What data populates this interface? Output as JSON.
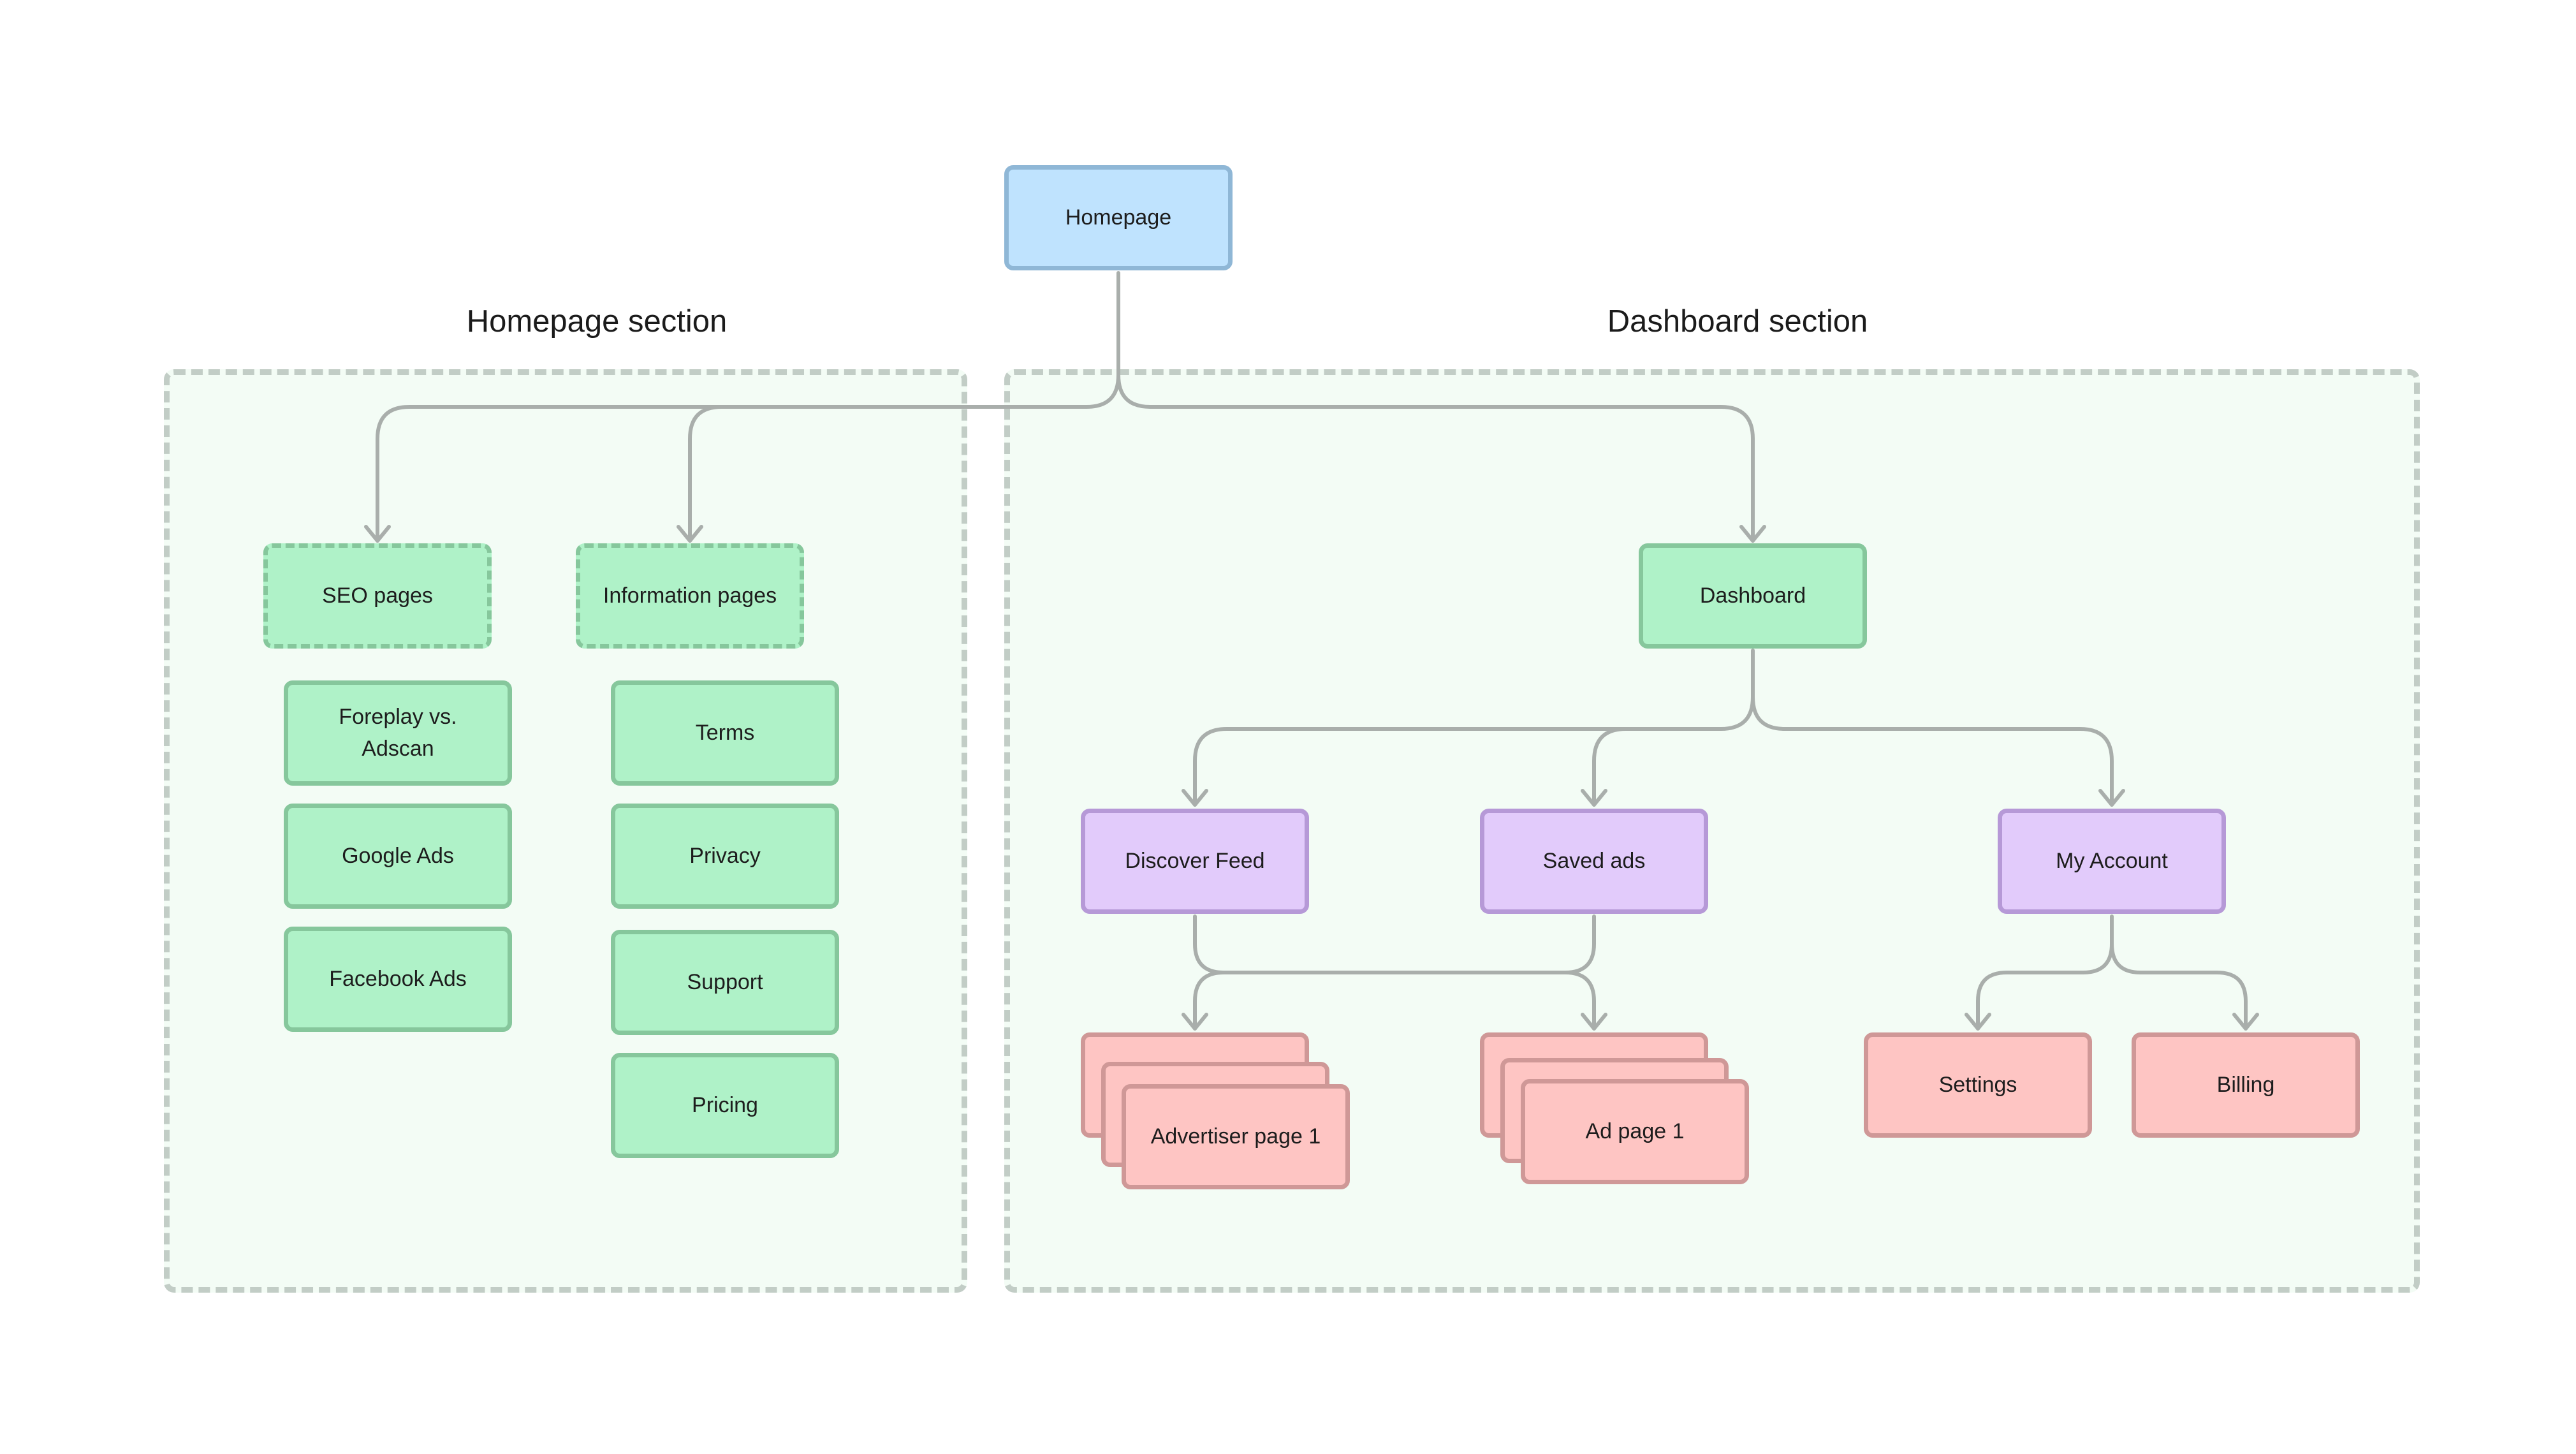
{
  "root": {
    "label": "Homepage"
  },
  "sections": {
    "homepage": {
      "title": "Homepage section"
    },
    "dashboard": {
      "title": "Dashboard section"
    }
  },
  "homepage_section": {
    "seo": {
      "label": "SEO pages",
      "children": [
        "Foreplay vs. Adscan",
        "Google Ads",
        "Facebook Ads"
      ]
    },
    "info": {
      "label": "Information pages",
      "children": [
        "Terms",
        "Privacy",
        "Support",
        "Pricing"
      ]
    }
  },
  "dashboard_section": {
    "dashboard": {
      "label": "Dashboard"
    },
    "discover": {
      "label": "Discover Feed"
    },
    "saved": {
      "label": "Saved ads"
    },
    "account": {
      "label": "My Account"
    },
    "advertiser_stack": {
      "label": "Advertiser page 1"
    },
    "ad_stack": {
      "label": "Ad page 1"
    },
    "settings": {
      "label": "Settings"
    },
    "billing": {
      "label": "Billing"
    }
  },
  "colors": {
    "connector": "#a9aeab",
    "root_fill": "#bfe3fe",
    "section_fill": "#f3fcf5",
    "section_border": "#c2cdc6",
    "page_fill": "#aff2c8",
    "feature_fill": "#e2cbfb",
    "leaf_fill": "#fec5c3"
  }
}
